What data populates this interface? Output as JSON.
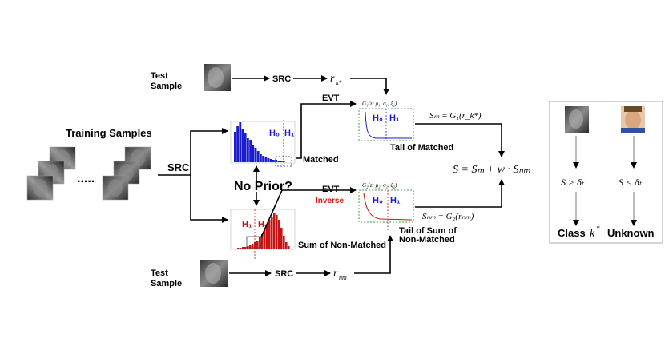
{
  "labels": {
    "test_sample_top": [
      "Test",
      "Sample"
    ],
    "test_sample_bottom": [
      "Test",
      "Sample"
    ],
    "training_samples": "Training Samples",
    "dots": ".....",
    "src_main": "SRC",
    "src_top": "SRC",
    "src_bottom": "SRC",
    "evt_top": "EVT",
    "evt_bottom": "EVT",
    "inverse": "Inverse",
    "no_prior": "No Prior?",
    "matched": "Matched",
    "sum_non_matched": "Sum of Non-Matched",
    "tail_matched": "Tail of Matched",
    "tail_sum_non_matched": [
      "Tail of Sum of",
      "Non-Matched"
    ],
    "class_prefix": "Class",
    "class_k_sup": "*",
    "unknown": "Unknown"
  },
  "math": {
    "r_top": "r",
    "r_top_sub": "k*",
    "r_bottom": "r",
    "r_bottom_sub": "nm",
    "g1": "G₁(z; μ₁, σ₁, ξ₁)",
    "g2": "G₂(z; μ₂, σ₂, ξ₂)",
    "sm_eq": "Sₘ = G₁(r_k*)",
    "snm_eq": "Sₙₘ = G₂(rₙₘ)",
    "s_eq": "S = Sₘ + w · Sₙₘ",
    "cond_left": "S > δₜ",
    "cond_right": "S < δₜ"
  },
  "hypotheses": {
    "matched_hist": [
      "H₀",
      "H₁"
    ],
    "nonmatched_hist": [
      "H₁",
      "H₀"
    ],
    "tail_matched": [
      "H₀",
      "H₁"
    ],
    "tail_nonmatched": [
      "H₀",
      "H₁"
    ]
  },
  "colors": {
    "matched_blue": "#1b1bd0",
    "nonmatched_red": "#c81414",
    "dashed_green": "#4aa84a"
  }
}
